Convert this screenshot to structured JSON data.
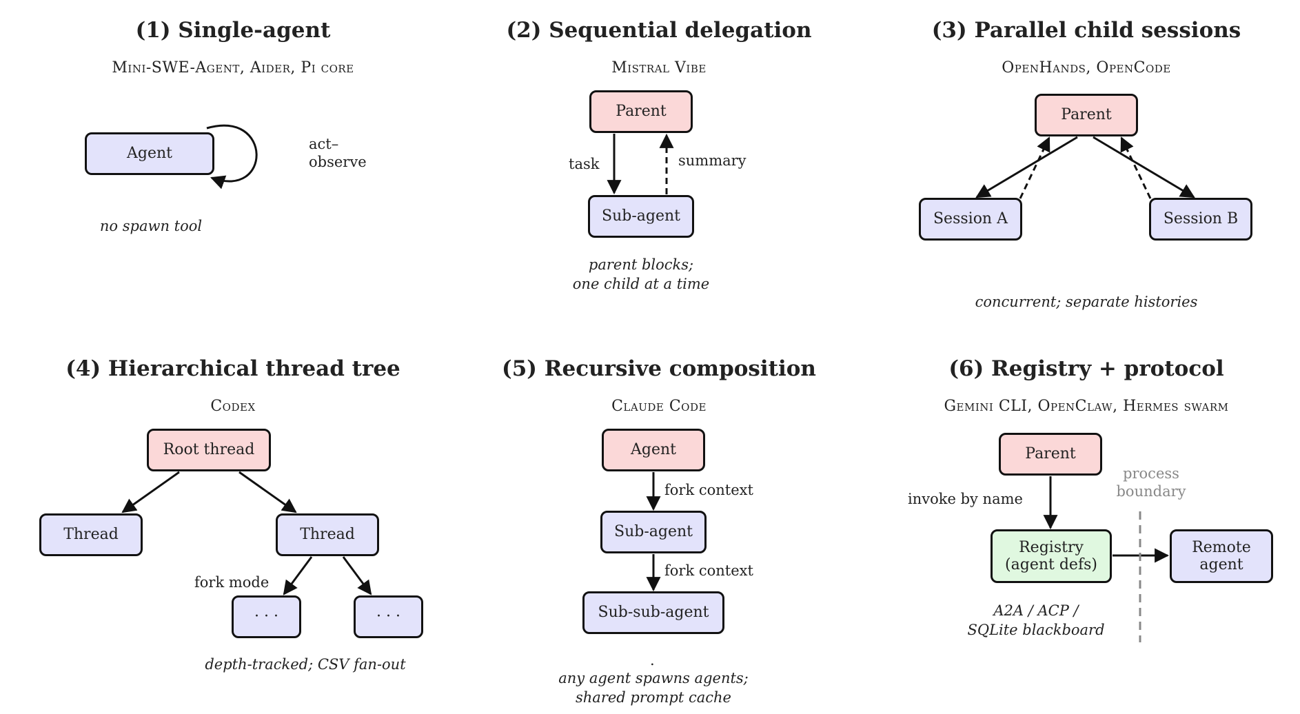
{
  "panels": [
    {
      "title": "(1) Single-agent",
      "subtitle": "Mini-SWE-Agent, Aider, Pi core",
      "nodes": {
        "agent": "Agent"
      },
      "labels": {
        "loop_line1": "act–",
        "loop_line2": "observe"
      },
      "note": "no spawn tool"
    },
    {
      "title": "(2) Sequential delegation",
      "subtitle": "Mistral Vibe",
      "nodes": {
        "parent": "Parent",
        "sub_agent": "Sub-agent"
      },
      "labels": {
        "task": "task",
        "summary": "summary"
      },
      "note_line1": "parent blocks;",
      "note_line2": "one child at a time"
    },
    {
      "title": "(3) Parallel child sessions",
      "subtitle": "OpenHands, OpenCode",
      "nodes": {
        "parent": "Parent",
        "session_a": "Session A",
        "session_b": "Session B"
      },
      "note": "concurrent; separate histories"
    },
    {
      "title": "(4) Hierarchical thread tree",
      "subtitle": "Codex",
      "nodes": {
        "root": "Root thread",
        "thread_left": "Thread",
        "thread_right": "Thread",
        "leaf_left": "· · ·",
        "leaf_right": "· · ·"
      },
      "labels": {
        "fork_mode": "fork mode"
      },
      "note": "depth-tracked; CSV fan-out"
    },
    {
      "title": "(5) Recursive composition",
      "subtitle": "Claude Code",
      "nodes": {
        "agent": "Agent",
        "sub_agent": "Sub-agent",
        "sub_sub_agent": "Sub-sub-agent"
      },
      "labels": {
        "fork1": "fork context",
        "fork2": "fork context",
        "dot": "."
      },
      "note_line1": "any agent spawns agents;",
      "note_line2": "shared prompt cache"
    },
    {
      "title": "(6) Registry + protocol",
      "subtitle": "Gemini CLI, OpenClaw, Hermes swarm",
      "nodes": {
        "parent": "Parent",
        "registry_line1": "Registry",
        "registry_line2": "(agent defs)",
        "remote_line1": "Remote",
        "remote_line2": "agent"
      },
      "labels": {
        "invoke": "invoke by name",
        "boundary_line1": "process",
        "boundary_line2": "boundary"
      },
      "note_line1": "A2A / ACP /",
      "note_line2": "SQLite blackboard"
    }
  ]
}
